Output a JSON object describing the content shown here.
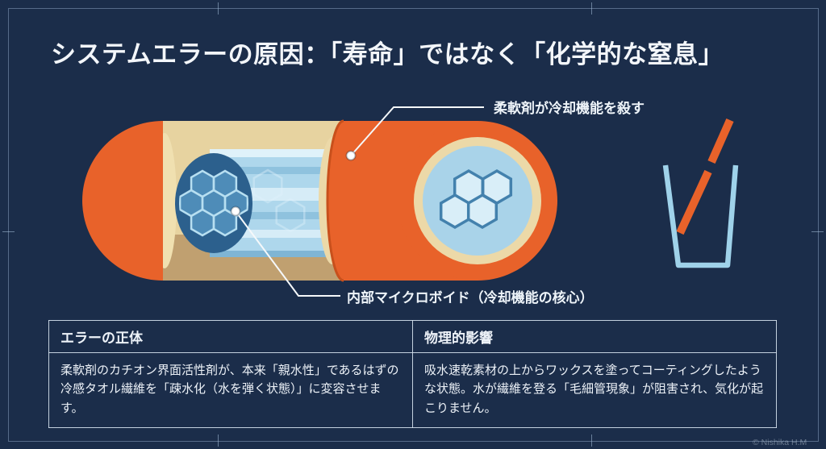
{
  "title": "システムエラーの原因：「寿命」ではなく「化学的な窒息」",
  "annotations": {
    "softener": "柔軟剤が冷却機能を殺す",
    "microvoid": "内部マイクロボイド（冷却機能の核心）"
  },
  "table": {
    "headers": [
      "エラーの正体",
      "物理的影響"
    ],
    "rows": [
      [
        "柔軟剤のカチオン界面活性剤が、本来「親水性」であるはずの冷感タオル繊維を「疎水化（水を弾く状態）」に変容させます。",
        "吸水速乾素材の上からワックスを塗ってコーティングしたような状態。水が繊維を登る「毛細管現象」が阻害され、気化が起こりません。"
      ]
    ]
  },
  "credit": "© Nishika H.M",
  "colors": {
    "background": "#1b2d4a",
    "outer_layer_orange": "#e8622a",
    "middle_layer_cream": "#ecd9a8",
    "inner_core_blue": "#aed7ec",
    "core_face_blue": "#2c608d",
    "text": "#f3f6fa"
  }
}
